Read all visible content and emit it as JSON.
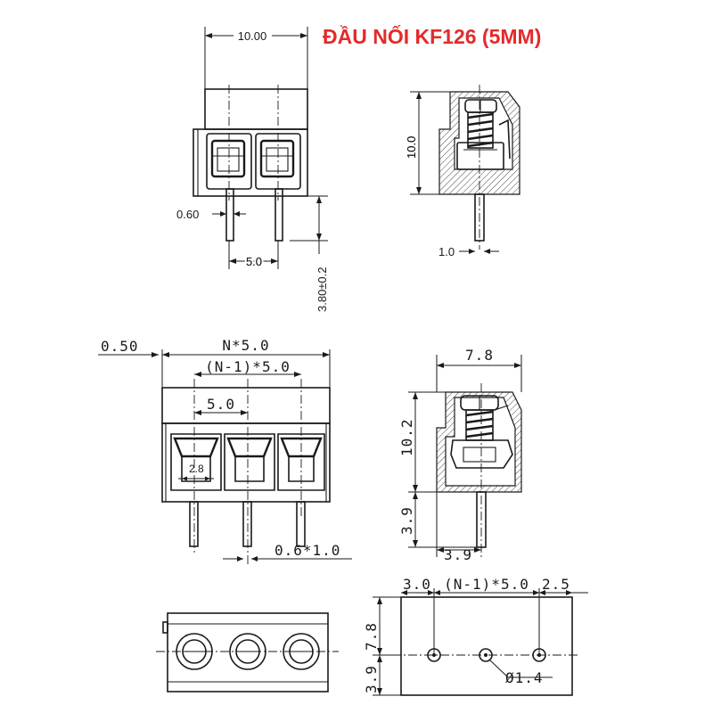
{
  "title": "ĐẦU NỐI KF126 (5MM)",
  "colors": {
    "title": "#e32b2b",
    "line": "#1a1a1a",
    "background": "#ffffff"
  },
  "views": {
    "top_front": {
      "width": "10.00",
      "pin_width": "0.60",
      "pitch": "5.0",
      "pin_length": "3.80±0.2"
    },
    "top_side": {
      "height": "10.0",
      "pin_width": "1.0"
    },
    "main_front": {
      "offset": "0.50",
      "total_width": "N*5.0",
      "inner_width": "(N-1)*5.0",
      "pitch": "5.0",
      "opening": "2.8",
      "pin": "0.6*1.0"
    },
    "main_side": {
      "depth": "7.8",
      "height": "10.2",
      "pin_length": "3.9",
      "pin_offset": "3.9"
    },
    "bottom_right": {
      "left_offset": "3.0",
      "span": "(N-1)*5.0",
      "right_offset": "2.5",
      "depth": "7.8",
      "row_offset": "3.9",
      "hole_dia": "Ø1.4"
    }
  }
}
